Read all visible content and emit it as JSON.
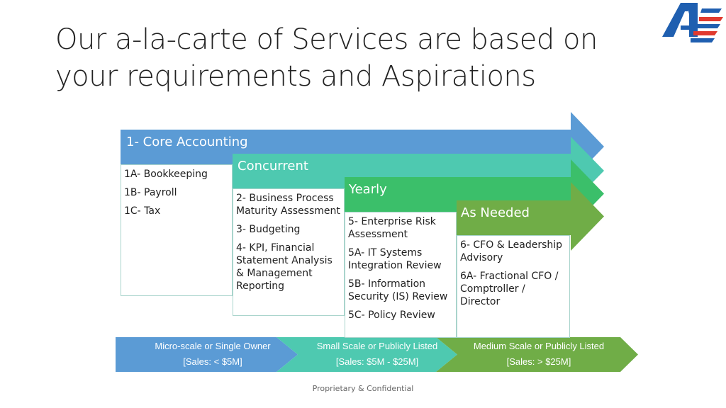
{
  "slide": {
    "title": "Our a-la-carte of Services are based on your requirements and Aspirations",
    "footer": "Proprietary & Confidential"
  },
  "phases": [
    {
      "label": "1- Core Accounting",
      "color": "#5b9bd5",
      "items": [
        "1A- Bookkeeping",
        "1B- Payroll",
        "1C- Tax"
      ]
    },
    {
      "label": "Concurrent",
      "color": "#4ec9b0",
      "items": [
        "2- Business Process Maturity Assessment",
        "3- Budgeting",
        "4- KPI, Financial Statement Analysis & Management Reporting"
      ]
    },
    {
      "label": "Yearly",
      "color": "#3bbf6a",
      "items": [
        "5- Enterprise Risk Assessment",
        "5A- IT Systems Integration Review",
        "5B- Information Security (IS) Review",
        "5C- Policy Review"
      ]
    },
    {
      "label": "As Needed",
      "color": "#70ad47",
      "items": [
        "6- CFO & Leadership Advisory",
        "6A- Fractional CFO / Comptroller / Director"
      ]
    }
  ],
  "scales": [
    {
      "line1": "Micro-scale or Single Owner",
      "line2": "[Sales: < $5M]",
      "color": "#5b9bd5"
    },
    {
      "line1": "Small Scale or Publicly Listed",
      "line2": "[Sales: $5M - $25M]",
      "color": "#4ec9b0"
    },
    {
      "line1": "Medium Scale or Publicly Listed",
      "line2": "[Sales: > $25M]",
      "color": "#70ad47"
    }
  ],
  "logo": {
    "colors": [
      "#1f5fb0",
      "#e03a2f"
    ]
  }
}
